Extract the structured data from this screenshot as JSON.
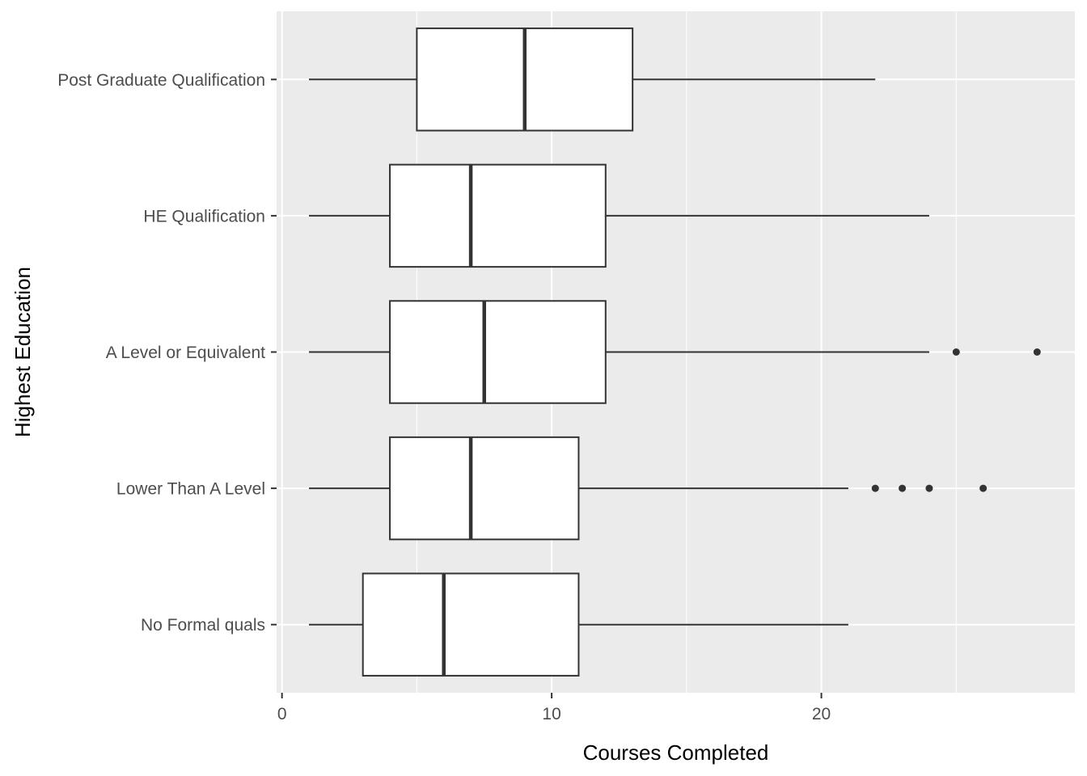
{
  "chart_data": {
    "type": "boxplot",
    "orientation": "horizontal",
    "xlabel": "Courses Completed",
    "ylabel": "Highest Education",
    "xlim": [
      -0.2,
      29.4
    ],
    "x_ticks": [
      0,
      10,
      20
    ],
    "grid": true,
    "categories": [
      "Post Graduate Qualification",
      "HE Qualification",
      "A Level or Equivalent",
      "Lower Than A Level",
      "No Formal quals"
    ],
    "boxes": [
      {
        "category": "Post Graduate Qualification",
        "whisker_low": 1,
        "q1": 5,
        "median": 9,
        "q3": 13,
        "whisker_high": 22,
        "outliers": []
      },
      {
        "category": "HE Qualification",
        "whisker_low": 1,
        "q1": 4,
        "median": 7,
        "q3": 12,
        "whisker_high": 24,
        "outliers": []
      },
      {
        "category": "A Level or Equivalent",
        "whisker_low": 1,
        "q1": 4,
        "median": 7.5,
        "q3": 12,
        "whisker_high": 24,
        "outliers": [
          25,
          28
        ]
      },
      {
        "category": "Lower Than A Level",
        "whisker_low": 1,
        "q1": 4,
        "median": 7,
        "q3": 11,
        "whisker_high": 21,
        "outliers": [
          22,
          23,
          24,
          26
        ]
      },
      {
        "category": "No Formal quals",
        "whisker_low": 1,
        "q1": 3,
        "median": 6,
        "q3": 11,
        "whisker_high": 21,
        "outliers": []
      }
    ],
    "colors": {
      "panel": "#ebebeb",
      "grid": "#ffffff",
      "box_fill": "#ffffff",
      "box_stroke": "#333333",
      "text": "#4d4d4d"
    }
  }
}
